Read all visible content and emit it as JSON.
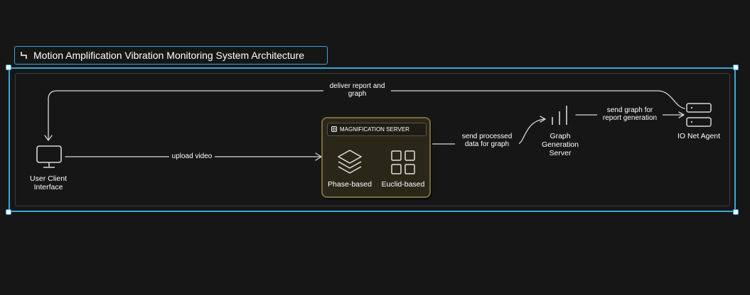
{
  "diagram": {
    "title": "Motion Amplification Vibration Monitoring System Architecture",
    "title_icon": "corner-arrow-icon",
    "nodes": {
      "user_client": {
        "label": "User Client\nInterface",
        "icon": "monitor-icon"
      },
      "magnification_server": {
        "label": "MAGNIFICATION SERVER",
        "icon": "chip-icon",
        "items": [
          {
            "label": "Phase-based",
            "icon": "layers-icon"
          },
          {
            "label": "Euclid-based",
            "icon": "grid-icon"
          }
        ]
      },
      "graph_server": {
        "label": "Graph\nGeneration\nServer",
        "icon": "bars-icon"
      },
      "io_net_agent": {
        "label": "IO Net Agent",
        "icon": "server-rack-icon"
      }
    },
    "edges": [
      {
        "from": "User Client Interface",
        "to": "MAGNIFICATION SERVER",
        "label": "upload video"
      },
      {
        "from": "MAGNIFICATION SERVER",
        "to": "Graph Generation Server",
        "label": "send processed\ndata for graph"
      },
      {
        "from": "Graph Generation Server",
        "to": "IO Net Agent",
        "label": "send graph for\nreport generation"
      },
      {
        "from": "IO Net Agent",
        "to": "User Client Interface",
        "label": "deliver report and\ngraph"
      }
    ],
    "colors": {
      "background": "#161616",
      "selection": "#3aa6d6",
      "server_border": "#7b6a3a",
      "server_fill": "#2a2719",
      "line": "#d8d8d8"
    }
  }
}
